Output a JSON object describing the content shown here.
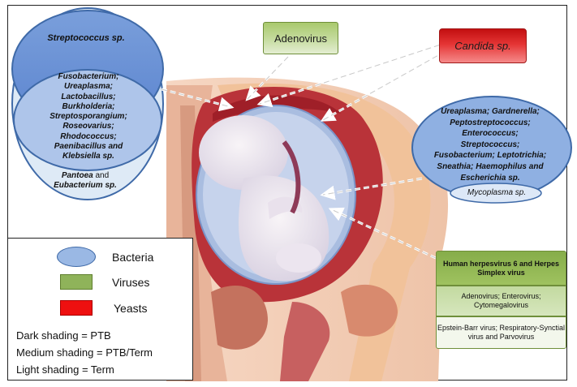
{
  "viruses_top": {
    "adenovirus": "Adenovirus"
  },
  "yeast_top": {
    "candida": "Candida sp."
  },
  "left_ellipse": {
    "top": "Streptococcus sp.",
    "middle": [
      "Fusobacterium;",
      "Ureaplasma;",
      "Lactobacillus;",
      "Burkholderia;",
      "Streptosporangium;",
      "Roseovarius;",
      "Rhodococcus;",
      "Paenibacillus and",
      "Klebsiella sp."
    ],
    "bottom_line1_a": "Pantoea",
    "bottom_line1_b": " and",
    "bottom_line2": "Eubacterium sp."
  },
  "right_ellipse": {
    "lines": [
      "Ureaplasma; Gardnerella;",
      "Peptostreptococcus;",
      "Enterococcus;",
      "Streptococcus;",
      "Fusobacterium; Leptotrichia;",
      "Sneathia; Haemophilus and",
      "Escherichia sp."
    ],
    "mycoplasma": "Mycoplasma sp."
  },
  "virus_stack": {
    "dark": "Human herpesvirus 6 and Herpes Simplex virus",
    "medium": "Adenovirus; Enterovirus; Cytomegalovirus",
    "light": "Epstein-Barr virus; Respiratory-Synctial virus and Parvovirus"
  },
  "legend": {
    "items": [
      {
        "label": "Bacteria",
        "icon": "bacteria-ellipse-swatch",
        "color": "#9ab8e4"
      },
      {
        "label": "Viruses",
        "icon": "virus-box-swatch",
        "color": "#8fb35a"
      },
      {
        "label": "Yeasts",
        "icon": "yeast-box-swatch",
        "color": "#ee1010"
      }
    ],
    "shading": [
      "Dark shading = PTB",
      "Medium shading = PTB/Term",
      "Light shading = Term"
    ]
  }
}
